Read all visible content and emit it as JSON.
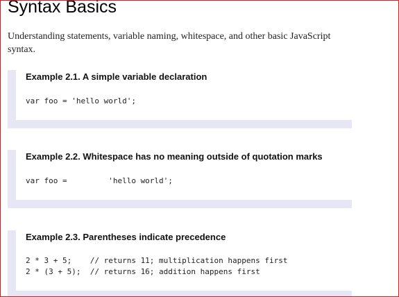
{
  "page": {
    "title": "Syntax Basics",
    "intro": "Understanding statements, variable naming, whitespace, and other basic JavaScript syntax."
  },
  "examples": [
    {
      "title": "Example 2.1. A simple variable declaration",
      "code": "var foo = 'hello world';"
    },
    {
      "title": "Example 2.2. Whitespace has no meaning outside of quotation marks",
      "code": "var foo =         'hello world';"
    },
    {
      "title": "Example 2.3. Parentheses indicate precedence",
      "code": "2 * 3 + 5;    // returns 11; multiplication happens first\n2 * (3 + 5);  // returns 16; addition happens first"
    }
  ],
  "colors": {
    "example_accent": "#e6e6f5",
    "frame_border": "#cc2222"
  }
}
